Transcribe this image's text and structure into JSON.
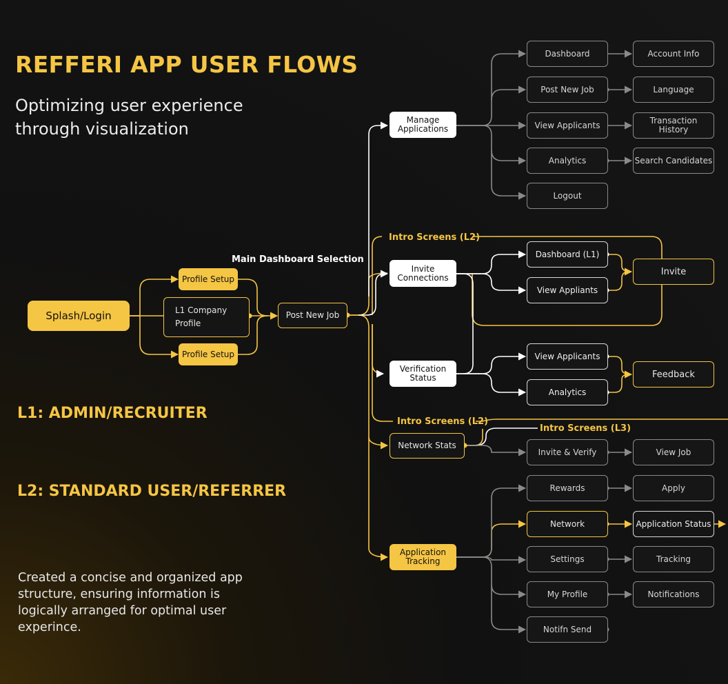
{
  "header": {
    "title": "REFFERI APP USER FLOWS",
    "subtitle_line1": "Optimizing user experience",
    "subtitle_line2": "through visualization"
  },
  "levels": {
    "l1": "L1: ADMIN/RECRUITER",
    "l2": "L2: STANDARD USER/REFERRER"
  },
  "description": "Created a concise and organized app structure, ensuring information is logically arranged for optimal user experince.",
  "flow_labels": {
    "main_dashboard": "Main Dashboard Selection",
    "intro_l2_top": "Intro Screens (L2)",
    "intro_l2_bottom": "Intro Screens (L2)",
    "intro_l3": "Intro Screens (L3)"
  },
  "nodes": {
    "splash_login": "Splash/Login",
    "profile_setup_1": "Profile Setup",
    "company_profile_line1": "L1 Company",
    "company_profile_line2": "Profile",
    "profile_setup_2": "Profile Setup",
    "post_new_job_center": "Post New Job",
    "manage_applications_line1": "Manage",
    "manage_applications_line2": "Applications",
    "invite_connections_line1": "Invite",
    "invite_connections_line2": "Connections",
    "verification_status_line1": "Verification",
    "verification_status_line2": "Status",
    "network_stats": "Network Stats",
    "application_tracking_line1": "Application",
    "application_tracking_line2": "Tracking",
    "dashboard": "Dashboard",
    "post_new_job": "Post New Job",
    "view_applicants_1": "View Applicants",
    "analytics_1": "Analytics",
    "logout": "Logout",
    "account_info": "Account Info",
    "language": "Language",
    "transaction_history_line1": "Transaction",
    "transaction_history_line2": "History",
    "search_candidates": "Search Candidates",
    "dashboard_l1": "Dashboard (L1)",
    "view_applicants_2": "View Appliants",
    "invite": "Invite",
    "view_applicants_3": "View Applicants",
    "analytics_2": "Analytics",
    "feedback": "Feedback",
    "invite_verify": "Invite & Verify",
    "rewards": "Rewards",
    "network": "Network",
    "settings": "Settings",
    "my_profile": "My Profile",
    "notifn_send": "Notifn Send",
    "view_job": "View Job",
    "apply": "Apply",
    "application_status": "Application Status",
    "tracking": "Tracking",
    "notifications": "Notifications"
  }
}
